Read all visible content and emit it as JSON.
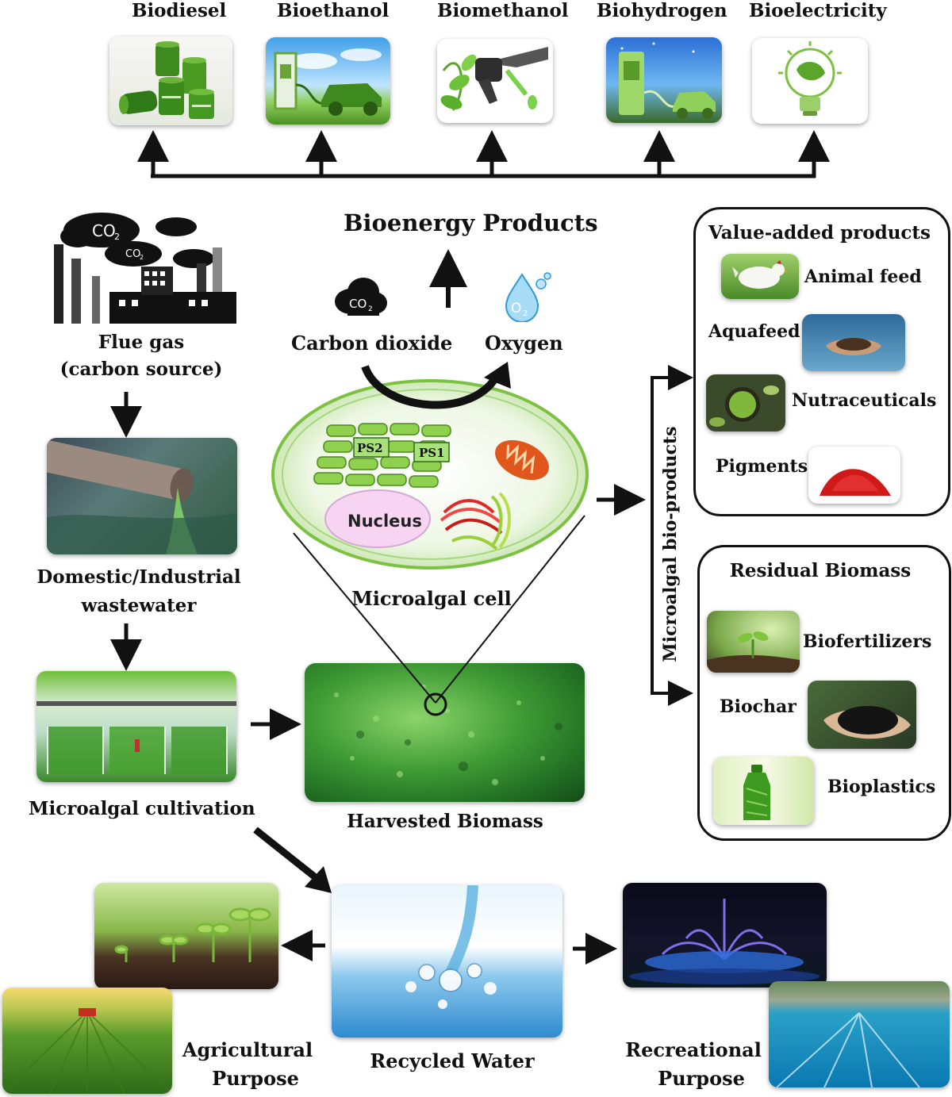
{
  "bioenergy": {
    "heading": "Bioenergy Products",
    "items": [
      "Biodiesel",
      "Bioethanol",
      "Biomethanol",
      "Biohydrogen",
      "Bioelectricity"
    ]
  },
  "left_flow": {
    "flue_gas": "Flue gas",
    "flue_gas_sub": "(carbon source)",
    "wastewater_line1": "Domestic/Industrial",
    "wastewater_line2": "wastewater",
    "cultivation": "Microalgal cultivation",
    "co2_text": "CO",
    "co2_sub": "2"
  },
  "cell": {
    "carbon_dioxide": "Carbon dioxide",
    "oxygen": "Oxygen",
    "co2_icon_text": "CO",
    "co2_icon_sub": "2",
    "o2_icon_text": "O",
    "o2_icon_sub": "2",
    "ps2": "PS2",
    "ps1": "PS1",
    "nucleus": "Nucleus",
    "caption": "Microalgal cell"
  },
  "harvest": {
    "caption": "Harvested Biomass"
  },
  "bioproducts_label": "Microalgal bio-products",
  "value_added": {
    "title": "Value-added products",
    "items": [
      "Animal feed",
      "Aquafeed",
      "Nutraceuticals",
      "Pigments"
    ]
  },
  "residual": {
    "title": "Residual Biomass",
    "items": [
      "Biofertilizers",
      "Biochar",
      "Bioplastics"
    ]
  },
  "water": {
    "recycled": "Recycled Water",
    "agri_line1": "Agricultural",
    "agri_line2": "Purpose",
    "rec_line1": "Recreational",
    "rec_line2": "Purpose"
  }
}
